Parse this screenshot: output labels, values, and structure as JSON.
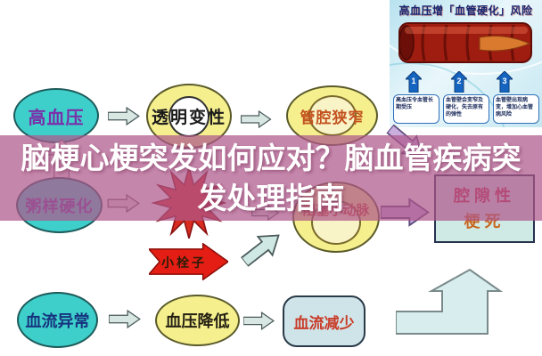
{
  "overlay": {
    "line1": "脑梗心梗突发如何应对？脑血管疾病突",
    "line2": "发处理指南"
  },
  "panel": {
    "title": "高血压增「血管硬化」风险",
    "steps": [
      {
        "num": "1",
        "text": "高血压令血管长期受压"
      },
      {
        "num": "2",
        "text": "血管壁会变窄及硬化，失去原有的弹性"
      },
      {
        "num": "3",
        "text": "血管壁出现病变，增加心血管病风险"
      }
    ]
  },
  "flow": {
    "hypertension": "高血压",
    "hyaline_degeneration": "透明变性",
    "lumen_stenosis": "管腔狭窄",
    "atherosclerosis": "粥样硬化",
    "small_embolus": "小栓子",
    "block_small_artery": "阻塞小动脉",
    "lacunar_line1": "腔隙性",
    "lacunar_line2": "梗死",
    "abnormal_blood_flow": "血流异常",
    "blood_pressure_drop": "血压降低",
    "blood_flow_reduced": "血流减少"
  },
  "colors": {
    "teal_ellipse": "#3ecfcb",
    "yellow_ellipse": "#f5ef8e",
    "red_burst": "#d92b20",
    "red_ribbon_arrow": "#e41e14",
    "lavender_arrow": "#c9aede",
    "pale_arrow": "#d9e7e3",
    "overlay_band": "#ae578a",
    "lacunar_box_fill": "#cfe9e4",
    "panel_blue": "#bfe4f0",
    "step_arrow_blue": "#1565c0"
  }
}
